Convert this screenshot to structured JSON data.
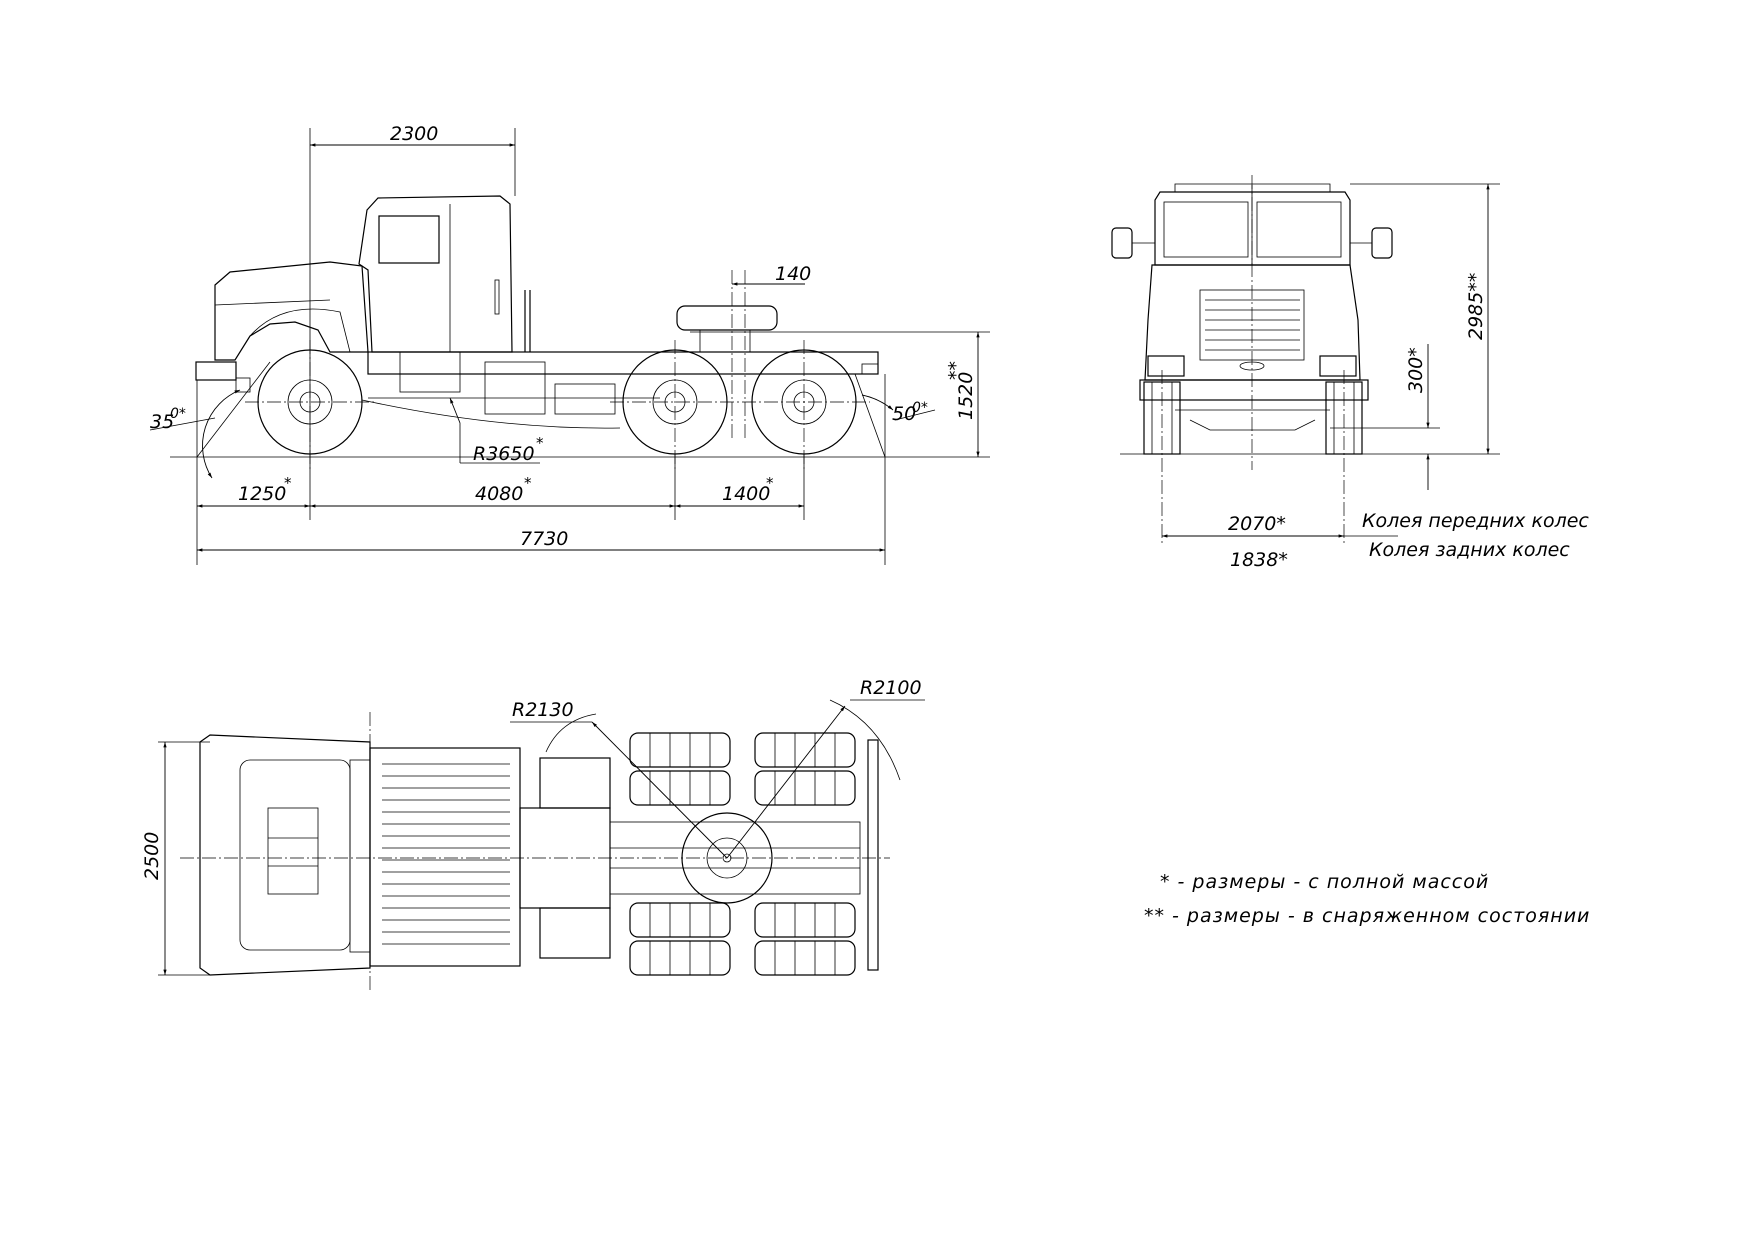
{
  "side_view": {
    "dim_cab_length": "2300",
    "dim_fifth_wheel_offset": "140",
    "dim_fifth_wheel_height": "1520",
    "dim_fifth_wheel_height_mark": "**",
    "dim_approach_angle": "35",
    "dim_approach_angle_mark": "0*",
    "dim_departure_angle": "50",
    "dim_departure_angle_mark": "0*",
    "dim_ramp_radius": "R3650",
    "dim_ramp_radius_mark": "*",
    "dim_front_overhang": "1250",
    "dim_front_overhang_mark": "*",
    "dim_wheelbase": "4080",
    "dim_wheelbase_mark": "*",
    "dim_tandem_spacing": "1400",
    "dim_tandem_spacing_mark": "*",
    "dim_overall_length": "7730"
  },
  "front_view": {
    "dim_overall_height": "2985**",
    "dim_ground_clearance": "300*",
    "dim_front_track": "2070*",
    "dim_rear_track": "1838*",
    "label_front_track": "Колея передних колес",
    "label_rear_track": "Колея задних колес"
  },
  "top_view": {
    "dim_overall_width": "2500",
    "dim_turn_radius_front": "R2130",
    "dim_turn_radius_rear": "R2100"
  },
  "legend": {
    "note_full_mass": "* - размеры - с полной массой",
    "note_curb": "** - размеры - в снаряженном состоянии"
  }
}
